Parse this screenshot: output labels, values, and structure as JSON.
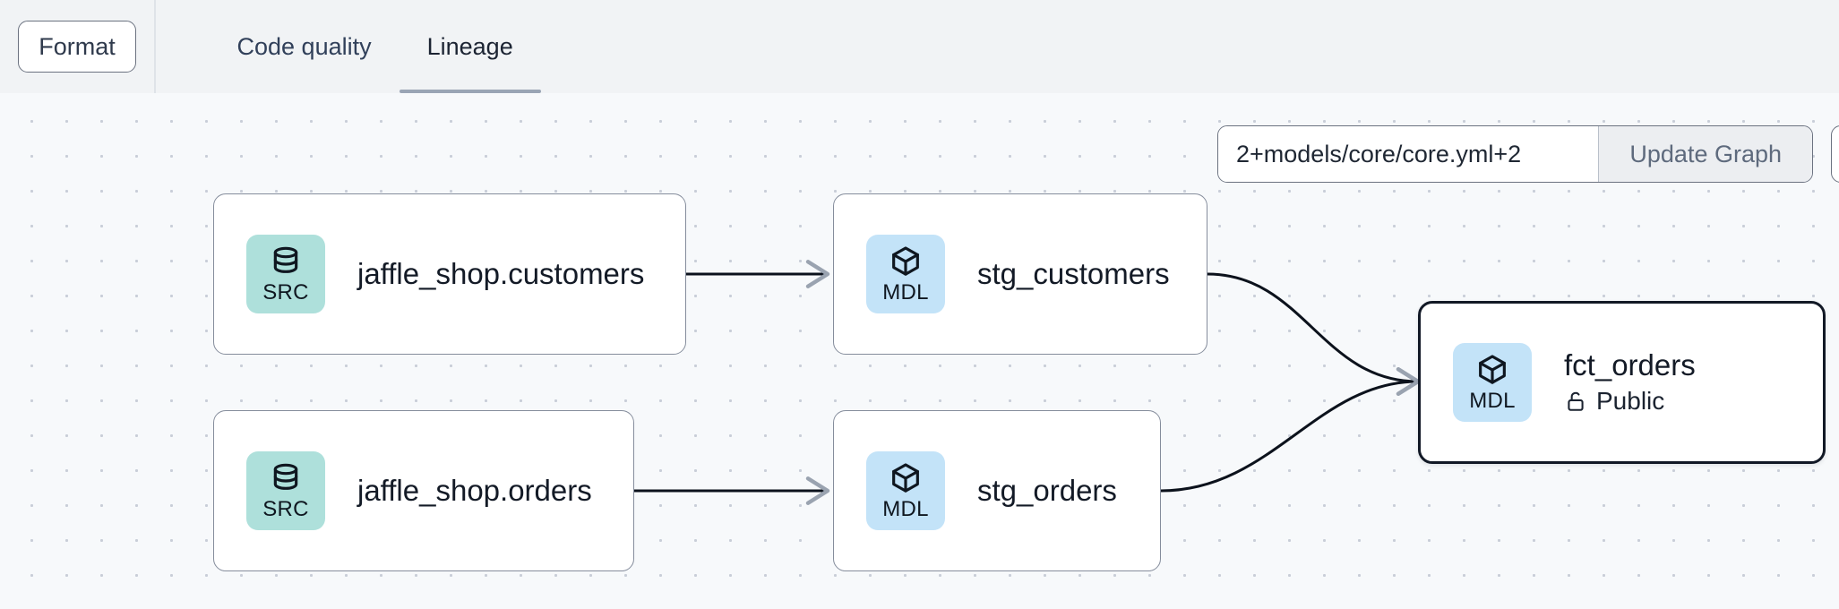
{
  "toolbar": {
    "format_button": "Format",
    "tabs": [
      {
        "label": "Code quality",
        "active": false
      },
      {
        "label": "Lineage",
        "active": true
      }
    ]
  },
  "graph_controls": {
    "selector_input": {
      "value": "2+models/core/core.yml+2",
      "placeholder": "Enter a dbt selector"
    },
    "update_button": "Update Graph",
    "overflow_button": ""
  },
  "lineage": {
    "nodes": [
      {
        "id": "jaffle_shop_customers",
        "badge_kind": "src",
        "badge_text": "SRC",
        "badge_icon": "database-icon",
        "title": "jaffle_shop.customers",
        "subtitle": "",
        "subtitle_icon": "",
        "selected": false
      },
      {
        "id": "jaffle_shop_orders",
        "badge_kind": "src",
        "badge_text": "SRC",
        "badge_icon": "database-icon",
        "title": "jaffle_shop.orders",
        "subtitle": "",
        "subtitle_icon": "",
        "selected": false
      },
      {
        "id": "stg_customers",
        "badge_kind": "mdl",
        "badge_text": "MDL",
        "badge_icon": "cube-icon",
        "title": "stg_customers",
        "subtitle": "",
        "subtitle_icon": "",
        "selected": false
      },
      {
        "id": "stg_orders",
        "badge_kind": "mdl",
        "badge_text": "MDL",
        "badge_icon": "cube-icon",
        "title": "stg_orders",
        "subtitle": "",
        "subtitle_icon": "",
        "selected": false
      },
      {
        "id": "fct_orders",
        "badge_kind": "mdl",
        "badge_text": "MDL",
        "badge_icon": "cube-icon",
        "title": "fct_orders",
        "subtitle": "Public",
        "subtitle_icon": "unlock-icon",
        "selected": true
      }
    ],
    "edges": [
      {
        "from": "jaffle_shop_customers",
        "to": "stg_customers"
      },
      {
        "from": "jaffle_shop_orders",
        "to": "stg_orders"
      },
      {
        "from": "stg_customers",
        "to": "fct_orders"
      },
      {
        "from": "stg_orders",
        "to": "fct_orders"
      }
    ]
  },
  "colors": {
    "canvas_bg": "#f7f9fb",
    "toolbar_bg": "#f1f3f5",
    "src_badge": "#aee0db",
    "mdl_badge": "#c3e3f8",
    "node_border": "#858d9c",
    "selected_border": "#121926",
    "tab_underline": "#9aa5b5",
    "edge_stroke": "#0c121c"
  }
}
